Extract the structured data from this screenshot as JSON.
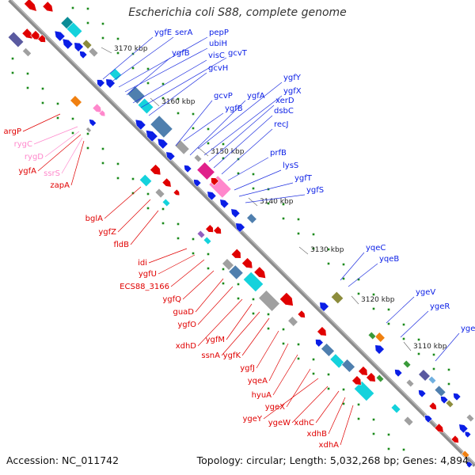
{
  "title": "Escherichia coli S88, complete genome",
  "footer": {
    "accession": "Accession: NC_011742",
    "summary": "Topology: circular; Length: 5,032,268 bp; Genes: 4,894"
  },
  "colors": {
    "forward_strand": "#e00000",
    "reverse_strand": "#0a1ee6",
    "rna_gene": "#ff88cc",
    "backbone": "#8c8c8c",
    "tick": "#1a8a1a",
    "label_line": "#8899cc"
  },
  "kbp_markers": [
    {
      "label": "3170 kbp"
    },
    {
      "label": "3160 kbp"
    },
    {
      "label": "3150 kbp"
    },
    {
      "label": "3140 kbp"
    },
    {
      "label": "3130 kbp"
    },
    {
      "label": "3120 kbp"
    },
    {
      "label": "3110 kbp"
    }
  ],
  "genes_right": [
    {
      "name": "ygfE"
    },
    {
      "name": "serA"
    },
    {
      "name": "pepP"
    },
    {
      "name": "ubiH"
    },
    {
      "name": "ygfB"
    },
    {
      "name": "visC"
    },
    {
      "name": "gcvT"
    },
    {
      "name": "gcvH"
    },
    {
      "name": "gcvP"
    },
    {
      "name": "ygfA"
    },
    {
      "name": "ygfY"
    },
    {
      "name": "ygfX"
    },
    {
      "name": "xerD"
    },
    {
      "name": "dsbC"
    },
    {
      "name": "ygfB"
    },
    {
      "name": "recJ"
    },
    {
      "name": "prfB"
    },
    {
      "name": "lysS"
    },
    {
      "name": "ygfT"
    },
    {
      "name": "ygfS"
    },
    {
      "name": "yqeC"
    },
    {
      "name": "yqeB"
    },
    {
      "name": "ygeV"
    },
    {
      "name": "ygeR"
    },
    {
      "name": "ygeF"
    }
  ],
  "genes_left": [
    {
      "name": "argP",
      "type": "gene"
    },
    {
      "name": "rygC",
      "type": "rna"
    },
    {
      "name": "rygD",
      "type": "rna"
    },
    {
      "name": "ygfA",
      "type": "gene"
    },
    {
      "name": "ssrS",
      "type": "rna"
    },
    {
      "name": "zapA",
      "type": "gene"
    },
    {
      "name": "bglA",
      "type": "gene"
    },
    {
      "name": "ygfZ",
      "type": "gene"
    },
    {
      "name": "fldB",
      "type": "gene"
    },
    {
      "name": "idi",
      "type": "gene"
    },
    {
      "name": "ygfU",
      "type": "gene"
    },
    {
      "name": "ECS88_3166",
      "type": "gene"
    },
    {
      "name": "ygfQ",
      "type": "gene"
    },
    {
      "name": "guaD",
      "type": "gene"
    },
    {
      "name": "ygfO",
      "type": "gene"
    },
    {
      "name": "xdhD",
      "type": "gene"
    },
    {
      "name": "ygfM",
      "type": "gene"
    },
    {
      "name": "ssnA",
      "type": "gene"
    },
    {
      "name": "ygfK",
      "type": "gene"
    },
    {
      "name": "ygfJ",
      "type": "gene"
    },
    {
      "name": "yqeA",
      "type": "gene"
    },
    {
      "name": "hyuA",
      "type": "gene"
    },
    {
      "name": "ygeX",
      "type": "gene"
    },
    {
      "name": "ygeY",
      "type": "gene"
    },
    {
      "name": "ygeW",
      "type": "gene"
    },
    {
      "name": "xdhC",
      "type": "gene"
    },
    {
      "name": "xdhB",
      "type": "gene"
    },
    {
      "name": "xdhA",
      "type": "gene"
    }
  ]
}
